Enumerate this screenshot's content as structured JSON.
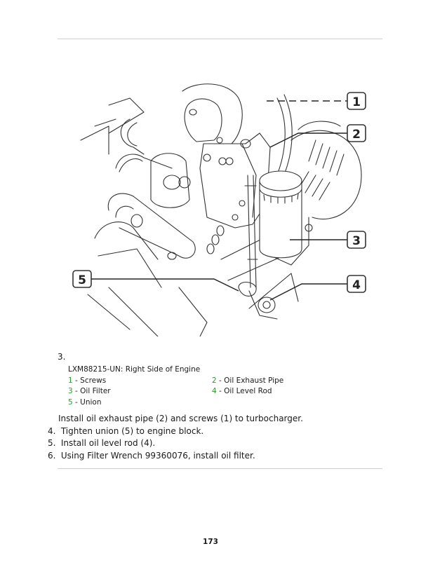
{
  "figure": {
    "alt": "Engine right side illustration",
    "callouts": [
      "1",
      "2",
      "3",
      "4",
      "5"
    ]
  },
  "step3": {
    "number": "3.",
    "caption_title": "LXM88215-UN: Right Side of Engine",
    "legend": [
      {
        "num": "1",
        "label": " - Screws"
      },
      {
        "num": "2",
        "label": " - Oil Exhaust Pipe"
      },
      {
        "num": "3",
        "label": " - Oil Filter"
      },
      {
        "num": "4",
        "label": " - Oil Level Rod"
      },
      {
        "num": "5",
        "label": " - Union"
      }
    ],
    "text": "Install oil exhaust pipe (2) and screws (1) to turbocharger."
  },
  "steps": [
    {
      "num": "4.",
      "text": "Tighten union (5) to engine block."
    },
    {
      "num": "5.",
      "text": "Install oil level rod (4)."
    },
    {
      "num": "6.",
      "text": "Using Filter Wrench 99360076, install oil filter."
    }
  ],
  "page_number": "173",
  "colors": {
    "legend_number": "#2e9a2e",
    "rule": "#cfcfcf"
  }
}
